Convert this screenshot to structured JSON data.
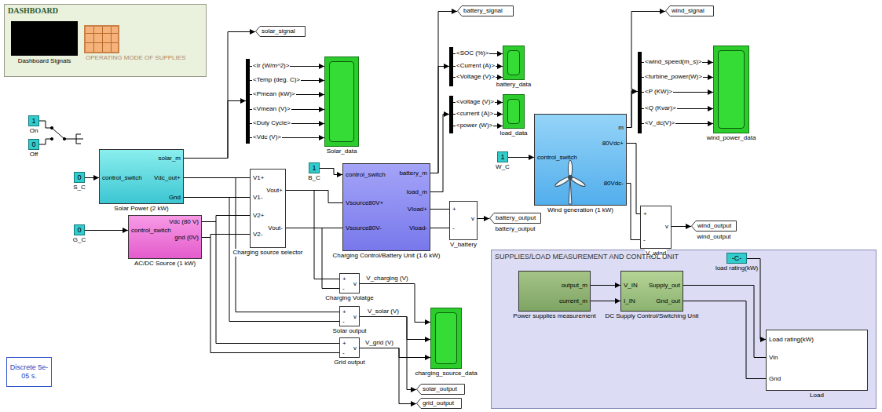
{
  "diagram": {
    "nodes": [
      {
        "text": [
          "DASHBOARD"
        ]
      },
      {
        "text": [
          "Dashboard Signals"
        ],
        "in": 0
      },
      {
        "text": [
          "OPERATING MODE OF SUPPLIES"
        ],
        "in": 0
      },
      {
        "text": [
          "1",
          "On"
        ]
      },
      {
        "text": [
          "0",
          "Off"
        ]
      },
      {
        "text": [
          "control_switch",
          "solar_m",
          "Vdc_out+",
          "Gnd",
          "Solar Power (2 kW)"
        ]
      },
      {
        "text": [
          "0",
          "S_C"
        ]
      },
      {
        "text": [
          "0",
          "G_C"
        ]
      },
      {
        "text": [
          "control_switch",
          "Vdc (80 V)",
          "gnd (0V)",
          "AC/DC Source (1 kW)"
        ]
      },
      {
        "text": [
          "V1+",
          "V1-",
          "V2+",
          "V2-",
          "Vout+",
          "Vout-",
          "Charging source selector"
        ]
      },
      {
        "text": [
          "<Ir (W/m^2)>",
          "<Temp (deg. C)>",
          "<Pmean (kW)>",
          "<Vmean (V)>",
          "<Duty Cycle>",
          "<Vdc (V)>"
        ]
      },
      {
        "text": [
          "Solar_data"
        ]
      },
      {
        "text": [
          "solar_signal"
        ]
      },
      {
        "text": [
          "1",
          "B_C"
        ]
      },
      {
        "text": [
          "control_switch",
          "Vsource80V+",
          "Vsource80V-",
          "battery_m",
          "load_m",
          "Vload+",
          "Vload-",
          "Charging Control/Battery Unit (1.6 kW)"
        ]
      },
      {
        "text": [
          "battery_signal"
        ]
      },
      {
        "text": [
          "<SOC (%)>",
          "<Current (A)>",
          "<Voltage (V)>"
        ]
      },
      {
        "text": [
          "battery_data"
        ]
      },
      {
        "text": [
          "<voltage (V)>",
          "<current (A)>",
          "<power (W)>"
        ]
      },
      {
        "text": [
          "load_data"
        ]
      },
      {
        "text": [
          "+",
          "-",
          "v",
          "V_battery"
        ]
      },
      {
        "text": [
          "battery_output",
          "battery_output"
        ]
      },
      {
        "text": [
          "1",
          "W_C"
        ]
      },
      {
        "text": [
          "control_switch",
          "m",
          "80Vdc+",
          "80Vdc-",
          "Wind generation (1 kW)"
        ]
      },
      {
        "text": [
          "wind_signal"
        ]
      },
      {
        "text": [
          "<wind_speed(m_s)>",
          "<turbine_power(W)>",
          "<P (KW)>",
          "<Q (Kvar)>",
          "<V_dc(V)>"
        ]
      },
      {
        "text": [
          "wind_power_data"
        ]
      },
      {
        "text": [
          "+",
          "-",
          "v",
          "V_wind"
        ]
      },
      {
        "text": [
          "wind_output",
          "wind_output"
        ]
      },
      {
        "text": [
          "+",
          "-",
          "v",
          "Charging Volatge"
        ]
      },
      {
        "text": [
          "+",
          "-",
          "v",
          "Solar output"
        ]
      },
      {
        "text": [
          "+",
          "-",
          "v",
          "Grid output"
        ]
      },
      {
        "text": [
          "charging_source_data"
        ]
      },
      {
        "text": [
          "solar_output"
        ]
      },
      {
        "text": [
          "grid_output"
        ]
      },
      {
        "text": [
          "Discrete 5e-05 s."
        ]
      },
      {
        "text": [
          "SUPPLIES/LOAD MEASUREMENT AND CONTROL UNIT"
        ]
      },
      {
        "text": [
          "output_m",
          "current_m",
          "Power supplies measurement"
        ],
        "in": 36
      },
      {
        "text": [
          "V_IN",
          "I_IN",
          "Supply_out",
          "Gnd_out",
          "DC Supply Control/Switching Unit"
        ],
        "in": 36
      },
      {
        "text": [
          "-C-",
          "load rating(kW)"
        ],
        "in": 36
      },
      {
        "text": [
          "Load rating(kW)",
          "Vin",
          "Gnd",
          "Load"
        ],
        "in": 36
      }
    ],
    "edges": [
      {
        "from": 6,
        "to": 5,
        "arrow": "to"
      },
      {
        "from": 7,
        "to": 8,
        "arrow": "to"
      },
      {
        "from": 5,
        "to": 12,
        "arrow": "to"
      },
      {
        "from": 5,
        "to": 10,
        "arrow": "to"
      },
      {
        "from": 10,
        "to": 11,
        "arrow": "to"
      },
      {
        "from": 10,
        "to": 11,
        "arrow": "to"
      },
      {
        "from": 10,
        "to": 11,
        "arrow": "to"
      },
      {
        "from": 10,
        "to": 11,
        "arrow": "to"
      },
      {
        "from": 10,
        "to": 11,
        "arrow": "to"
      },
      {
        "from": 10,
        "to": 11,
        "arrow": "to"
      },
      {
        "from": 5,
        "to": 9,
        "arrow": "none"
      },
      {
        "from": 5,
        "to": 9,
        "arrow": "none"
      },
      {
        "from": 8,
        "to": 9,
        "arrow": "none"
      },
      {
        "from": 8,
        "to": 9,
        "arrow": "none"
      },
      {
        "from": 9,
        "to": 14,
        "arrow": "none"
      },
      {
        "from": 9,
        "to": 14,
        "arrow": "none"
      },
      {
        "from": 13,
        "to": 14,
        "arrow": "to"
      },
      {
        "from": 14,
        "to": 15,
        "arrow": "to"
      },
      {
        "from": 14,
        "to": 16,
        "arrow": "to"
      },
      {
        "from": 16,
        "to": 17,
        "arrow": "to"
      },
      {
        "from": 16,
        "to": 17,
        "arrow": "to"
      },
      {
        "from": 16,
        "to": 17,
        "arrow": "to"
      },
      {
        "from": 14,
        "to": 18,
        "arrow": "to"
      },
      {
        "from": 18,
        "to": 19,
        "arrow": "to"
      },
      {
        "from": 18,
        "to": 19,
        "arrow": "to"
      },
      {
        "from": 18,
        "to": 19,
        "arrow": "to"
      },
      {
        "from": 14,
        "to": 20,
        "arrow": "none"
      },
      {
        "from": 14,
        "to": 20,
        "arrow": "none"
      },
      {
        "from": 20,
        "to": 21,
        "arrow": "to"
      },
      {
        "from": 22,
        "to": 23,
        "arrow": "to"
      },
      {
        "from": 23,
        "to": 24,
        "arrow": "to"
      },
      {
        "from": 23,
        "to": 25,
        "arrow": "to"
      },
      {
        "from": 25,
        "to": 26,
        "arrow": "to"
      },
      {
        "from": 25,
        "to": 26,
        "arrow": "to"
      },
      {
        "from": 25,
        "to": 26,
        "arrow": "to"
      },
      {
        "from": 25,
        "to": 26,
        "arrow": "to"
      },
      {
        "from": 25,
        "to": 26,
        "arrow": "to"
      },
      {
        "from": 23,
        "to": 27,
        "arrow": "none"
      },
      {
        "from": 23,
        "to": 27,
        "arrow": "none"
      },
      {
        "from": 27,
        "to": 28,
        "arrow": "to"
      },
      {
        "from": 9,
        "to": 29,
        "arrow": "none"
      },
      {
        "from": 9,
        "to": 29,
        "arrow": "none"
      },
      {
        "from": 5,
        "to": 30,
        "arrow": "none"
      },
      {
        "from": 5,
        "to": 30,
        "arrow": "none"
      },
      {
        "from": 8,
        "to": 31,
        "arrow": "none"
      },
      {
        "from": 8,
        "to": 31,
        "arrow": "none"
      },
      {
        "from": 29,
        "to": 32,
        "label": "V_charging (V)",
        "arrow": "to"
      },
      {
        "from": 30,
        "to": 32,
        "label": "V_solar (V)",
        "arrow": "to"
      },
      {
        "from": 31,
        "to": 32,
        "label": "V_grid (V)",
        "arrow": "to"
      },
      {
        "from": 30,
        "to": 33,
        "arrow": "to"
      },
      {
        "from": 31,
        "to": 34,
        "arrow": "to"
      },
      {
        "from": 37,
        "to": 38,
        "arrow": "to"
      },
      {
        "from": 37,
        "to": 38,
        "arrow": "to"
      },
      {
        "from": 38,
        "to": 40,
        "arrow": "none"
      },
      {
        "from": 38,
        "to": 40,
        "arrow": "none"
      },
      {
        "from": 39,
        "to": 40,
        "arrow": "to"
      }
    ]
  }
}
